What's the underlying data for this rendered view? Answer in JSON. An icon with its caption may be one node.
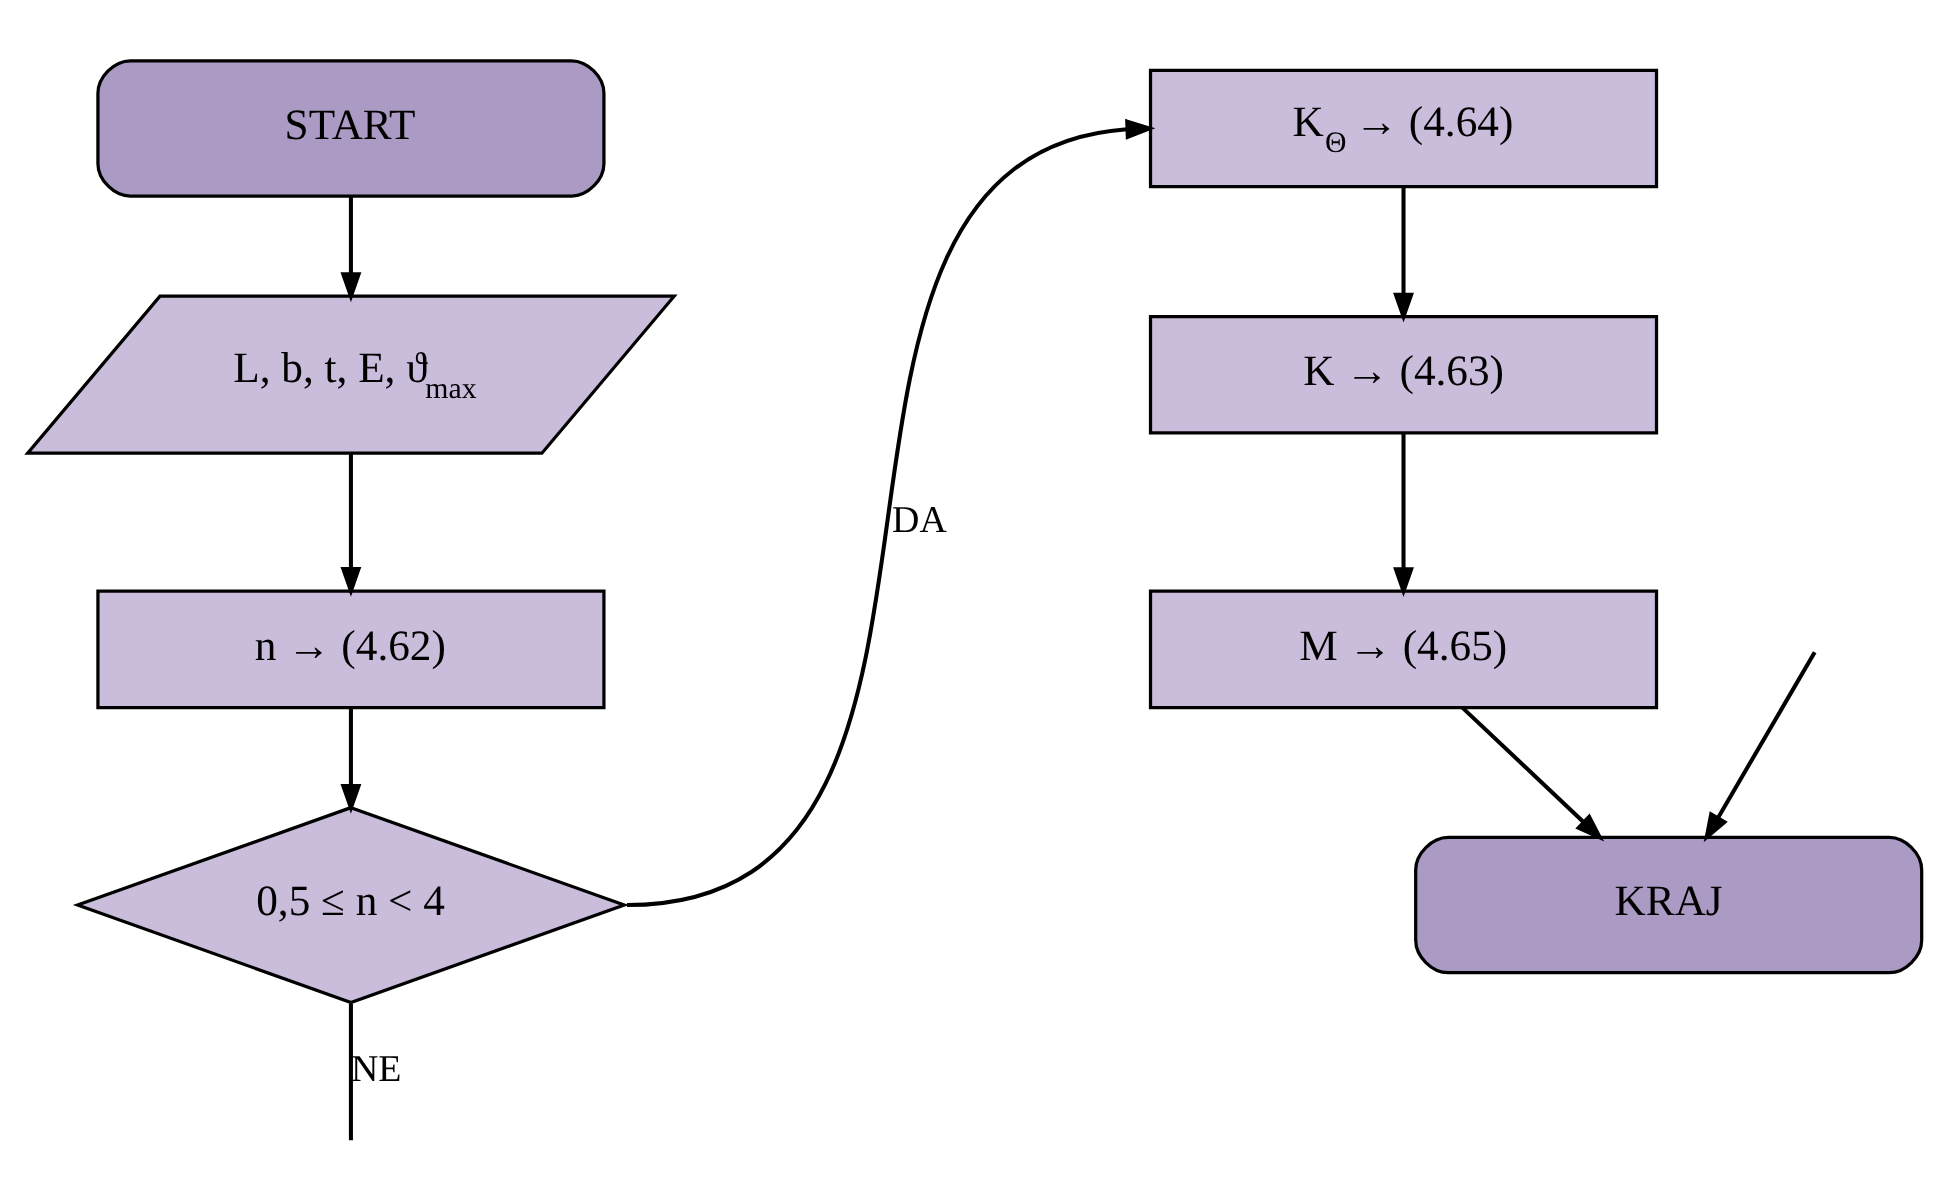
{
  "diagram": {
    "nodes": [
      {
        "text": [
          "START"
        ]
      },
      {
        "text": [
          "L, b, t, E, ϑ$_{max}$"
        ]
      },
      {
        "text": [
          "n → (4.62)"
        ]
      },
      {
        "text": [
          "0,5 ≤ n < 4"
        ]
      },
      {
        "text": [
          "K$_{Θ}$ → (4.64)"
        ]
      },
      {
        "text": [
          "K → (4.63)"
        ]
      },
      {
        "text": [
          "M → (4.65)"
        ]
      },
      {
        "text": [
          "KRAJ"
        ]
      }
    ],
    "edges": [
      {
        "from": 0,
        "to": 1,
        "arrow": "to"
      },
      {
        "from": 1,
        "to": 2,
        "arrow": "to"
      },
      {
        "from": 2,
        "to": 3,
        "arrow": "to"
      },
      {
        "from": 3,
        "to": 4,
        "arrow": "to",
        "label": "DA"
      },
      {
        "from": 4,
        "to": 5,
        "arrow": "to"
      },
      {
        "from": 5,
        "to": 6,
        "arrow": "to"
      },
      {
        "from": 6,
        "to": 7,
        "arrow": "to"
      },
      {
        "from": 3,
        "to": null,
        "arrow": "none",
        "label": "NE"
      },
      {
        "from": null,
        "to": 7,
        "arrow": "to"
      }
    ]
  }
}
